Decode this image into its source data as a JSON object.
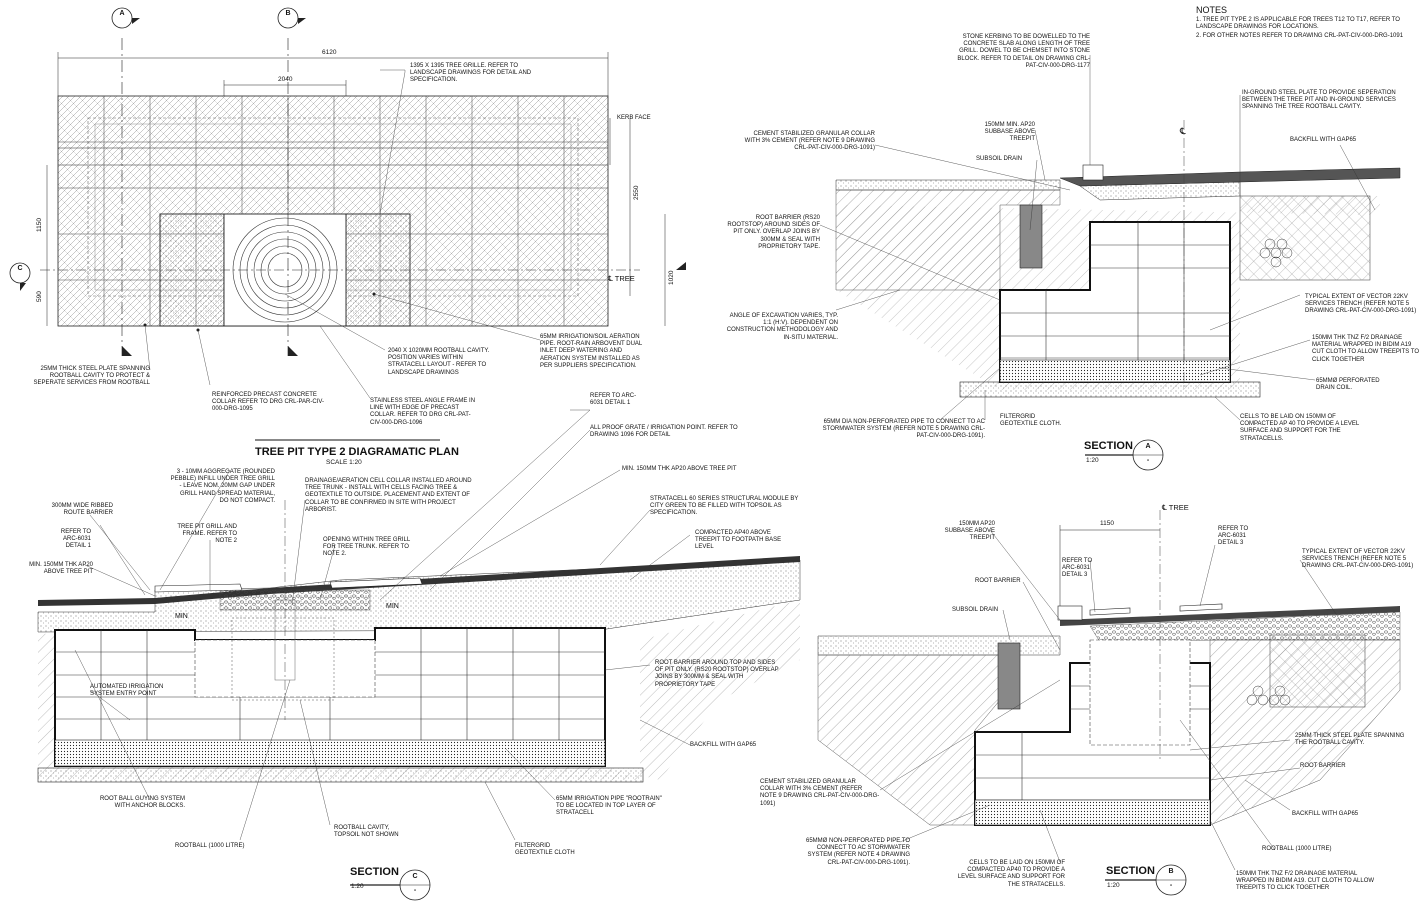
{
  "sheet": {
    "notes_heading": "NOTES",
    "notes": [
      "1.   TREE PIT TYPE 2 IS APPLICABLE FOR TREES T12 TO T17, REFER TO LANDSCAPE DRAWINGS FOR LOCATIONS.",
      "2.   FOR OTHER NOTES REFER TO DRAWING CRL-PAT-CIV-000-DRG-1091"
    ]
  },
  "plan": {
    "title": "TREE PIT TYPE 2 DIAGRAMATIC PLAN",
    "scale": "SCALE 1:20",
    "marker_a": "A",
    "marker_b": "B",
    "marker_c": "C",
    "dim_6120": "6120",
    "dim_2040": "2040",
    "dim_2550": "2550",
    "dim_1150": "1150",
    "dim_590": "590",
    "dim_1020": "1020",
    "kerb_face": "KERB FACE",
    "cl_tree": "℄ TREE",
    "notes": {
      "grille": "1395 x 1395 TREE GRILLE. REFER TO LANDSCAPE DRAWINGS FOR DETAIL AND SPECIFICATION.",
      "plate": "25mm THICK STEEL PLATE SPANNING ROOTBALL CAVITY TO PROTECT & SEPERATE SERVICES FROM ROOTBALL",
      "collar": "REINFORCED PRECAST CONCRETE COLLAR REFER TO DRG CRL-PAR-CIV-000-DRG-1095",
      "cavity": "2040 x 1020mm ROOTBALL CAVITY. POSITION VARIES WITHIN STRATACELL LAYOUT - REFER TO LANDSCAPE DRAWINGS",
      "frame": "STAINLESS STEEL ANGLE FRAME IN LINE WITH EDGE OF PRECAST COLLAR. REFER TO DRG CRL-PAT-CIV-000-DRG-1096",
      "irrigation": "65mm IRRIGATION/SOIL AERATION PIPE. ROOT-RAIN ARBOVENT DUAL INLET DEEP WATERING AND AERATION SYSTEM INSTALLED AS PER SUPPLIERS SPECIFICATION."
    }
  },
  "section_a": {
    "title": "SECTION",
    "letter": "A",
    "sub": "-",
    "scale": "1:20",
    "cl": "℄",
    "notes": {
      "kerbing": "STONE KERBING TO BE DOWELLED TO THE CONCRETE SLAB ALONG LENGTH OF TREE GRILL. DOWEL TO BE CHEMSET INTO STONE BLOCK. REFER TO DETAIL ON DRAWING CRL-PAT-CIV-000-DRG-1177",
      "in_ground_plate": "IN-GROUND STEEL PLATE TO PROVIDE SEPERATION BETWEEN THE TREE PIT AND IN-GROUND SERVICES SPANNING THE TREE ROOTBALL CAVITY.",
      "cement_collar": "CEMENT STABILIZED GRANULAR COLLAR WITH 3% CEMENT (REFER NOTE 9 DRAWING CRL-PAT-CIV-000-DRG-1091)",
      "subbase": "150mm MIN. AP20 SUBBASE ABOVE TREEPIT",
      "subsoil": "SUBSOIL DRAIN",
      "backfill": "BACKFILL WITH GAP65",
      "root_barrier": "ROOT BARRIER (RS20 ROOTSTOP) AROUND SIDES OF PIT ONLY. OVERLAP JOINS BY 300mm & SEAL WITH PROPRIETORY TAPE.",
      "excavation": "ANGLE OF EXCAVATION VARIES, TYP. 1:1 (H:V). DEPENDENT ON CONSTRUCTION METHODOLOGY AND IN-SITU MATERIAL.",
      "vector": "TYPICAL EXTENT OF VECTOR 22kV SERVICES TRENCH (REFER NOTE 5 DRAWING CRL-PAT-CIV-000-DRG-1091)",
      "drainage": "150mm THK TNZ F/2 DRAINAGE MATERIAL WRAPPED IN BIDIM A19 CUT CLOTH TO ALLOW TREEPITS TO CLICK TOGETHER",
      "perforated": "65mmØ PERFORATED DRAIN COIL.",
      "pipe65": "65mm DIA NON-PERFORATED PIPE TO CONNECT TO AC STORMWATER SYSTEM (REFER NOTE 5 DRAWING CRL-PAT-CIV-000-DRG-1091).",
      "filtergrid": "FILTERGRID GEOTEXTILE CLOTH.",
      "cells": "CELLS TO BE LAID ON 150mm OF COMPACTED AP 40 TO PROVIDE A LEVEL SURFACE AND SUPPORT FOR THE STRATACELLS."
    }
  },
  "section_c": {
    "title": "SECTION",
    "letter": "C",
    "sub": "-",
    "scale": "1:20",
    "min": "MIN",
    "notes": {
      "refer_detail1": "REFER TO ARC-6031 DETAIL 1",
      "proof_grate": "ALL PROOF GRATE / IRRIGATION POINT. REFER TO DRAWING 1096 FOR DETAIL",
      "aggregate": "3 - 10mm AGGREGATE (ROUNDED PEBBLE) INFILL UNDER TREE GRILL - LEAVE NOM. 20mm GAP UNDER GRILL HAND SPREAD MATERIAL, DO NOT COMPACT.",
      "drain_cell": "DRAINAGE/AERATION CELL COLLAR INSTALLED AROUND TREE TRUNK - INSTALL WITH CELLS FACING TREE & GEOTEXTILE TO OUTSIDE. PLACEMENT AND EXTENT OF COLLAR TO BE CONFIRMED IN SITE WITH PROJECT ARBORIST.",
      "min150_top": "MIN. 150mm THK AP20 ABOVE TREE PIT",
      "ribbed": "300mm WIDE RIBBED ROUTE BARRIER",
      "grill_frame": "TREE PIT GRILL AND FRAME. REFER TO NOTE 2",
      "refer_left": "REFER TO ARC-6031 DETAIL 1",
      "min150_left": "MIN. 150mm THK AP20 ABOVE TREE PIT",
      "opening": "OPENING WITHIN TREE GRILL FOR TREE TRUNK. REFER TO NOTE 2.",
      "stratacell": "STRATACELL 60 SERIES STRUCTURAL MODULE BY CITY GREEN TO BE FILLED WITH TOPSOIL AS SPECIFICATION.",
      "compacted": "COMPACTED AP40 ABOVE TREEPIT TO FOOTPATH BASE LEVEL",
      "root_barrier": "ROOT BARRIER AROUND TOP AND SIDES OF PIT ONLY. (RS20 ROOTSTOP) OVERLAP JOINS BY 300mm & SEAL WITH PROPRIETORY TAPE",
      "auto_irrigation": "AUTOMATED IRRIGATION SYSTEM ENTRY POINT",
      "backfill": "BACKFILL WITH GAP65",
      "guying": "ROOT BALL GUYING SYSTEM WITH ANCHOR BLOCKS.",
      "rootball": "ROOTBALL (1000 LITRE)",
      "cavity": "ROOTBALL CAVITY, TOPSOIL NOT SHOWN",
      "filtergrid": "FILTERGRID GEOTEXTILE CLOTH",
      "rootrain": "65mm IRRIGATION PIPE \"ROOTRAIN\" TO BE LOCATED IN TOP LAYER OF STRATACELL"
    }
  },
  "section_b": {
    "title": "SECTION",
    "letter": "B",
    "sub": "-",
    "scale": "1:20",
    "cl_tree": "℄ TREE",
    "dim_1150": "1150",
    "notes": {
      "subbase": "150mm AP20 SUBBASE ABOVE TREEPIT",
      "refer3": "REFER TO ARC-6031 DETAIL 3",
      "refer3b": "REFER TO ARC-6031 DETAIL 3",
      "root_barrier_top": "ROOT BARRIER",
      "vector": "TYPICAL EXTENT OF VECTOR 22kV SERVICES TRENCH (REFER NOTE 5 DRAWING CRL-PAT-CIV-000-DRG-1091)",
      "subsoil": "SUBSOIL DRAIN",
      "plate": "25mm THICK STEEL PLATE SPANNING THE ROOTBALL CAVITY.",
      "root_barrier": "ROOT BARRIER",
      "cement": "CEMENT STABILIZED GRANULAR COLLAR WITH 3% CEMENT (REFER NOTE 9 DRAWING CRL-PAT-CIV-000-DRG-1091)",
      "backfill": "BACKFILL WITH GAP65",
      "pipe65": "65mmØ NON-PERFORATED PIPE TO CONNECT TO AC STORMWATER SYSTEM (REFER NOTE 4 DRAWING CRL-PAT-CIV-000-DRG-1091).",
      "rootball": "ROOTBALL (1000 LITRE)",
      "cells": "CELLS TO BE LAID ON 150mm OF COMPACTED AP40 TO PROVIDE A LEVEL SURFACE AND SUPPORT FOR THE STRATACELLS.",
      "drainage": "150mm THK TNZ F/2 DRAINAGE MATERIAL WRAPPED IN BIDIM A19. CUT CLOTH TO ALLOW TREEPITS TO CLICK TOGETHER"
    }
  }
}
